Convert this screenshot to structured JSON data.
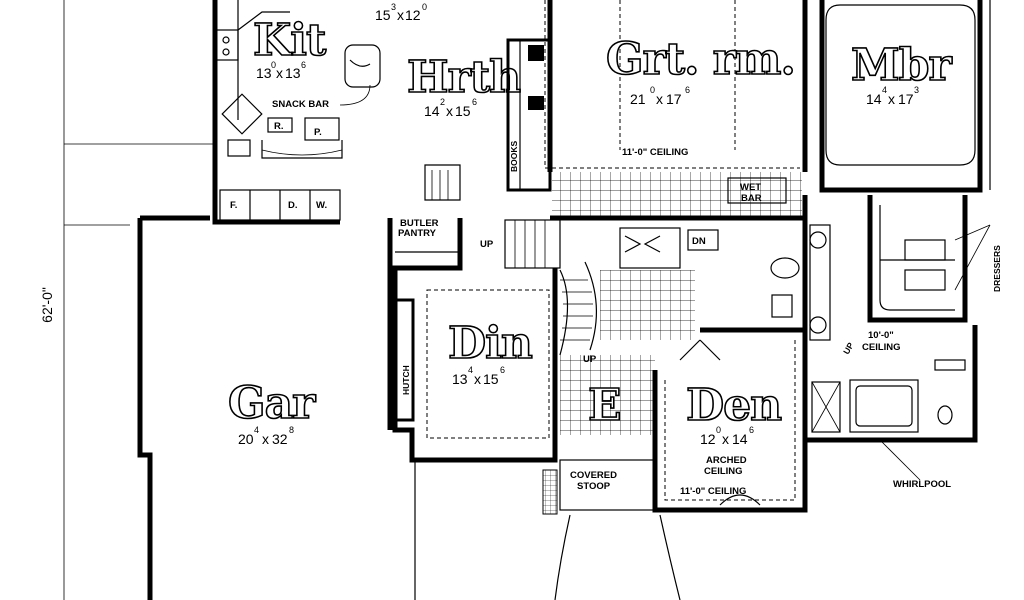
{
  "plan": {
    "overall_dimension": "62'-0\"",
    "rooms": [
      {
        "key": "kit",
        "name": "Kit",
        "w": "13",
        "w_sup": "0",
        "d": "13",
        "d_sup": "6"
      },
      {
        "key": "nook",
        "name": "",
        "w": "15",
        "w_sup": "3",
        "d": "12",
        "d_sup": "0"
      },
      {
        "key": "hrth",
        "name": "Hrth",
        "w": "14",
        "w_sup": "2",
        "d": "15",
        "d_sup": "6"
      },
      {
        "key": "grt",
        "name": "Grt. rm.",
        "w": "21",
        "w_sup": "0",
        "d": "17",
        "d_sup": "6"
      },
      {
        "key": "mbr",
        "name": "Mbr",
        "w": "14",
        "w_sup": "4",
        "d": "17",
        "d_sup": "3"
      },
      {
        "key": "din",
        "name": "Din",
        "w": "13",
        "w_sup": "4",
        "d": "15",
        "d_sup": "6"
      },
      {
        "key": "gar",
        "name": "Gar",
        "w": "20",
        "w_sup": "4",
        "d": "32",
        "d_sup": "8"
      },
      {
        "key": "den",
        "name": "Den",
        "w": "12",
        "w_sup": "0",
        "d": "14",
        "d_sup": "6"
      },
      {
        "key": "ent",
        "name": "E",
        "w": "",
        "w_sup": "",
        "d": "",
        "d_sup": ""
      }
    ],
    "labels": {
      "snack_bar": "SNACK BAR",
      "r": "R.",
      "p": "P.",
      "f": "F.",
      "d": "D.",
      "w": "W.",
      "books": "BOOKS",
      "grt_ceiling": "11'-0\" CEILING",
      "wet": "WET",
      "bar": "BAR",
      "butler": "BUTLER",
      "pantry": "PANTRY",
      "up_stair": "UP",
      "dn": "DN",
      "dressers": "DRESSERS",
      "ceiling_height": "10'-0\"",
      "ceiling_word": "CEILING",
      "up_bath": "UP",
      "hutch": "HUTCH",
      "up_entry": "UP",
      "covered": "COVERED",
      "stoop": "STOOP",
      "arched": "ARCHED",
      "arched_ceiling": "CEILING",
      "den_ceiling": "11'-0\" CEILING",
      "whirlpool": "WHIRLPOOL"
    }
  }
}
